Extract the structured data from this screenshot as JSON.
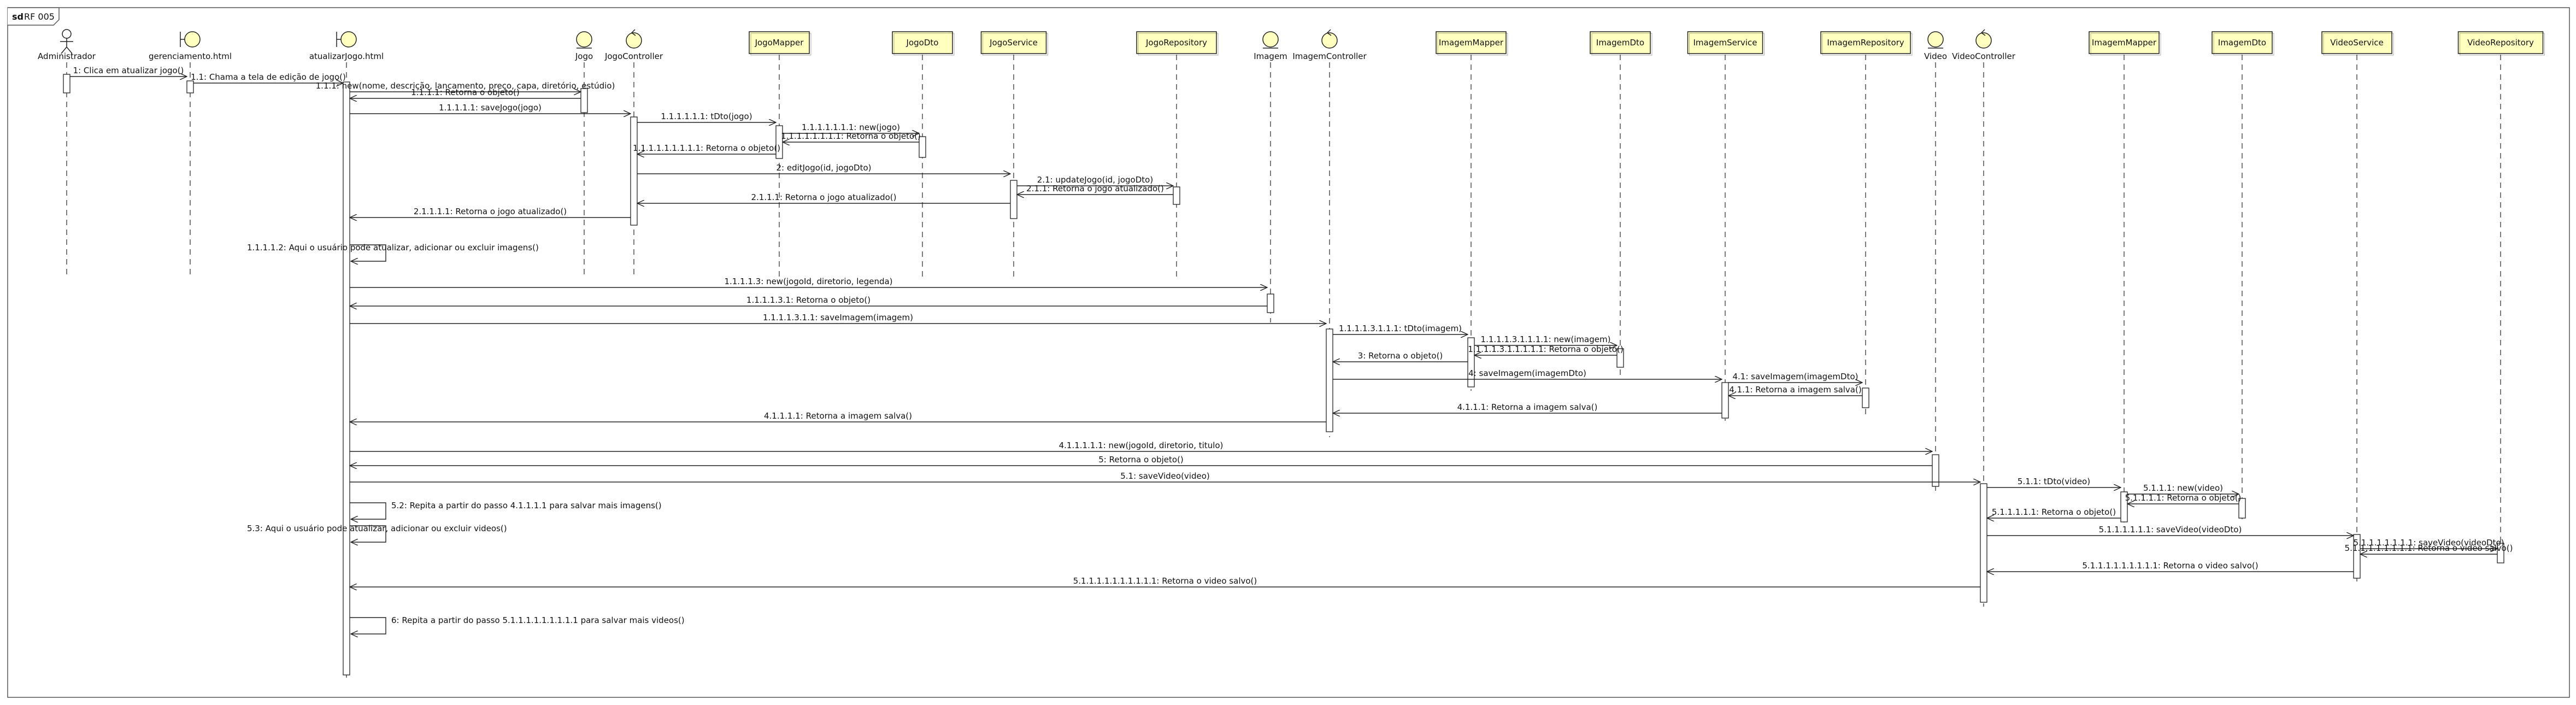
{
  "frame": {
    "keyword": "sd",
    "title": "RF 005"
  },
  "participants": [
    {
      "id": "admin",
      "kind": "actor",
      "label": "Administrador"
    },
    {
      "id": "gerenciamento",
      "kind": "boundary",
      "label": "gerenciamento.html"
    },
    {
      "id": "atualizar",
      "kind": "boundary",
      "label": "atualizarJogo.html"
    },
    {
      "id": "jogo",
      "kind": "entity",
      "label": "Jogo"
    },
    {
      "id": "jogoController",
      "kind": "control",
      "label": "JogoController"
    },
    {
      "id": "jogoMapper",
      "kind": "box",
      "label": "JogoMapper"
    },
    {
      "id": "jogoDto",
      "kind": "box",
      "label": "JogoDto"
    },
    {
      "id": "jogoService",
      "kind": "box",
      "label": "JogoService"
    },
    {
      "id": "jogoRepository",
      "kind": "box",
      "label": "JogoRepository"
    },
    {
      "id": "imagem",
      "kind": "entity",
      "label": "Imagem"
    },
    {
      "id": "imagemController",
      "kind": "control",
      "label": "ImagemController"
    },
    {
      "id": "imagemMapper",
      "kind": "box",
      "label": "ImagemMapper"
    },
    {
      "id": "imagemDto",
      "kind": "box",
      "label": "ImagemDto"
    },
    {
      "id": "imagemService",
      "kind": "box",
      "label": "ImagemService"
    },
    {
      "id": "imagemRepository",
      "kind": "box",
      "label": "ImagemRepository"
    },
    {
      "id": "video",
      "kind": "entity",
      "label": "Video"
    },
    {
      "id": "videoController",
      "kind": "control",
      "label": "VideoController"
    },
    {
      "id": "videoMapper",
      "kind": "box",
      "label": "ImagemMapper"
    },
    {
      "id": "videoDto",
      "kind": "box",
      "label": "ImagemDto"
    },
    {
      "id": "videoService",
      "kind": "box",
      "label": "VideoService"
    },
    {
      "id": "videoRepository",
      "kind": "box",
      "label": "VideoRepository"
    }
  ],
  "messages": [
    {
      "from": "admin",
      "to": "gerenciamento",
      "label": "1: Clica em atualizar jogo()"
    },
    {
      "from": "gerenciamento",
      "to": "atualizar",
      "label": "1.1: Chama a tela de edição de jogo()"
    },
    {
      "from": "atualizar",
      "to": "jogo",
      "label": "1.1.1: new(nome, descrição, lancamento, preço, capa, diretório, estúdio)"
    },
    {
      "from": "jogo",
      "to": "atualizar",
      "label": "1.1.1.1: Retorna o objeto()",
      "reply": true
    },
    {
      "from": "atualizar",
      "to": "jogoController",
      "label": "1.1.1.1.1: saveJogo(jogo)"
    },
    {
      "from": "jogoController",
      "to": "jogoMapper",
      "label": "1.1.1.1.1.1: tDto(jogo)"
    },
    {
      "from": "jogoMapper",
      "to": "jogoDto",
      "label": "1.1.1.1.1.1.1: new(jogo)"
    },
    {
      "from": "jogoDto",
      "to": "jogoMapper",
      "label": "1.1.1.1.1.1.1.1: Retorna o objeto()",
      "reply": true
    },
    {
      "from": "jogoMapper",
      "to": "jogoController",
      "label": "1.1.1.1.1.1.1.1.1: Retorna o objeto()",
      "reply": true
    },
    {
      "from": "jogoController",
      "to": "jogoService",
      "label": "2: editJogo(id, jogoDto)"
    },
    {
      "from": "jogoService",
      "to": "jogoRepository",
      "label": "2.1: updateJogo(id, jogoDto)"
    },
    {
      "from": "jogoRepository",
      "to": "jogoService",
      "label": "2.1.1: Retorna o jogo atualizado()",
      "reply": true
    },
    {
      "from": "jogoService",
      "to": "jogoController",
      "label": "2.1.1.1: Retorna o jogo atualizado()",
      "reply": true
    },
    {
      "from": "jogoController",
      "to": "atualizar",
      "label": "2.1.1.1.1: Retorna o jogo atualizado()",
      "reply": true
    },
    {
      "from": "atualizar",
      "to": "atualizar",
      "label": "1.1.1.1.2: Aqui o usuário pode atualizar, adicionar ou excluir imagens()",
      "self": true
    },
    {
      "from": "atualizar",
      "to": "imagem",
      "label": "1.1.1.1.3: new(jogoId, diretorio, legenda)"
    },
    {
      "from": "imagem",
      "to": "atualizar",
      "label": "1.1.1.1.3.1: Retorna o objeto()",
      "reply": true
    },
    {
      "from": "atualizar",
      "to": "imagemController",
      "label": "1.1.1.1.3.1.1: saveImagem(imagem)"
    },
    {
      "from": "imagemController",
      "to": "imagemMapper",
      "label": "1.1.1.1.3.1.1.1: tDto(imagem)"
    },
    {
      "from": "imagemMapper",
      "to": "imagemDto",
      "label": "1.1.1.1.3.1.1.1.1: new(imagem)"
    },
    {
      "from": "imagemDto",
      "to": "imagemMapper",
      "label": "1.1.1.1.3.1.1.1.1.1: Retorna o objeto()",
      "reply": true
    },
    {
      "from": "imagemMapper",
      "to": "imagemController",
      "label": "3: Retorna o objeto()",
      "reply": true
    },
    {
      "from": "imagemController",
      "to": "imagemService",
      "label": "4: saveImagem(imagemDto)"
    },
    {
      "from": "imagemService",
      "to": "imagemRepository",
      "label": "4.1: saveImagem(imagemDto)"
    },
    {
      "from": "imagemRepository",
      "to": "imagemService",
      "label": "4.1.1: Retorna a imagem salva()",
      "reply": true
    },
    {
      "from": "imagemService",
      "to": "imagemController",
      "label": "4.1.1.1: Retorna a imagem salva()",
      "reply": true
    },
    {
      "from": "imagemController",
      "to": "atualizar",
      "label": "4.1.1.1.1: Retorna a imagem salva()",
      "reply": true
    },
    {
      "from": "atualizar",
      "to": "video",
      "label": "4.1.1.1.1.1: new(jogoId, diretorio, titulo)"
    },
    {
      "from": "video",
      "to": "atualizar",
      "label": "5: Retorna o objeto()",
      "reply": true
    },
    {
      "from": "atualizar",
      "to": "videoController",
      "label": "5.1: saveVideo(video)"
    },
    {
      "from": "atualizar",
      "to": "atualizar",
      "label": "5.2: Repita a partir do passo 4.1.1.1.1 para salvar mais imagens()",
      "self": true
    },
    {
      "from": "atualizar",
      "to": "atualizar",
      "label": "5.3: Aqui o usuário pode atualizar, adicionar ou excluir videos()",
      "self": true
    },
    {
      "from": "videoController",
      "to": "videoMapper",
      "label": "5.1.1: tDto(video)"
    },
    {
      "from": "videoMapper",
      "to": "videoDto",
      "label": "5.1.1.1: new(video)"
    },
    {
      "from": "videoDto",
      "to": "videoMapper",
      "label": "5.1.1.1.1: Retorna o objeto()",
      "reply": true
    },
    {
      "from": "videoMapper",
      "to": "videoController",
      "label": "5.1.1.1.1.1: Retorna o objeto()",
      "reply": true
    },
    {
      "from": "videoController",
      "to": "videoService",
      "label": "5.1.1.1.1.1.1: saveVideo(videoDto)"
    },
    {
      "from": "videoService",
      "to": "videoRepository",
      "label": "5.1.1.1.1.1.1.1: saveVideo(videoDto)"
    },
    {
      "from": "videoRepository",
      "to": "videoService",
      "label": "5.1.1.1.1.1.1.1.1: Retorna o video salvo()",
      "reply": true
    },
    {
      "from": "videoService",
      "to": "videoController",
      "label": "5.1.1.1.1.1.1.1.1.1: Retorna o video salvo()",
      "reply": true
    },
    {
      "from": "videoController",
      "to": "atualizar",
      "label": "5.1.1.1.1.1.1.1.1.1.1: Retorna o video salvo()",
      "reply": true
    },
    {
      "from": "atualizar",
      "to": "atualizar",
      "label": "6: Repita a partir do passo 5.1.1.1.1.1.1.1.1.1 para salvar mais videos()",
      "self": true
    }
  ],
  "colors": {
    "box_fill": "#ffffc0",
    "line": "#222222",
    "frame": "#555555"
  }
}
